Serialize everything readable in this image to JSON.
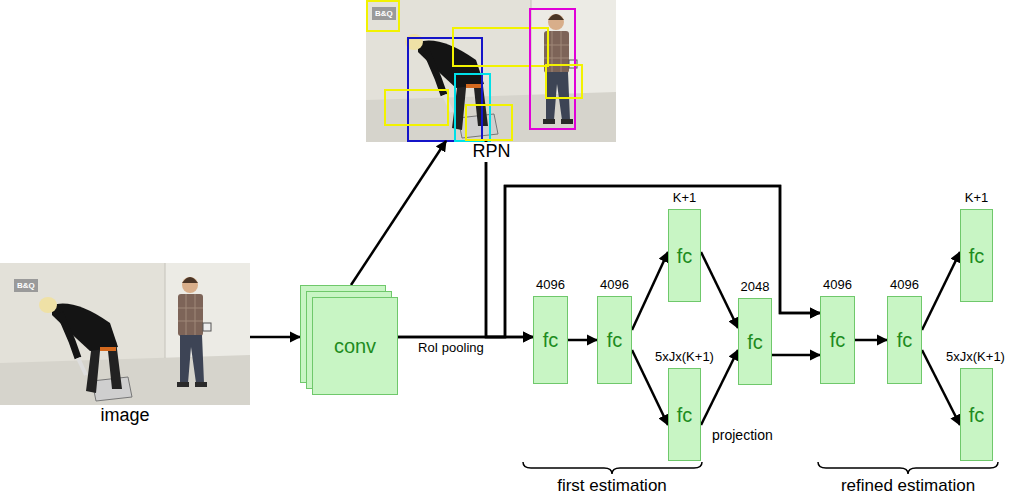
{
  "diagram": {
    "nodes": [
      {
        "text": [
          "image"
        ]
      },
      {
        "text": [
          "RPN"
        ]
      },
      {
        "text": [
          "conv"
        ]
      },
      {
        "text": [
          "4096",
          "fc"
        ]
      },
      {
        "text": [
          "4096",
          "fc"
        ]
      },
      {
        "text": [
          "K+1",
          "fc"
        ]
      },
      {
        "text": [
          "5xJx(K+1)",
          "fc"
        ]
      },
      {
        "text": [
          "2048",
          "fc"
        ]
      },
      {
        "text": [
          "4096",
          "fc"
        ]
      },
      {
        "text": [
          "4096",
          "fc"
        ]
      },
      {
        "text": [
          "K+1",
          "fc"
        ]
      },
      {
        "text": [
          "5xJx(K+1)",
          "fc"
        ]
      }
    ],
    "edges": [
      {
        "from": 0,
        "to": 2,
        "arrow": "to"
      },
      {
        "from": 2,
        "to": 1,
        "arrow": "to"
      },
      {
        "from": 1,
        "to": 3,
        "arrow": "to"
      },
      {
        "from": 2,
        "to": 3,
        "label": "RoI pooling",
        "arrow": "to"
      },
      {
        "from": 2,
        "to": 8,
        "arrow": "to"
      },
      {
        "from": 1,
        "to": 8,
        "arrow": "to"
      },
      {
        "from": 3,
        "to": 4,
        "arrow": "to"
      },
      {
        "from": 4,
        "to": 5,
        "arrow": "to"
      },
      {
        "from": 4,
        "to": 6,
        "arrow": "to"
      },
      {
        "from": 5,
        "to": 7,
        "arrow": "to"
      },
      {
        "from": 6,
        "to": 7,
        "arrow": "to"
      },
      {
        "from": 7,
        "to": 8,
        "arrow": "to"
      },
      {
        "from": 8,
        "to": 9,
        "arrow": "to"
      },
      {
        "from": 9,
        "to": 10,
        "arrow": "to"
      },
      {
        "from": 9,
        "to": 11,
        "arrow": "to"
      }
    ],
    "labels": [
      "projection",
      "first estimation",
      "refined estimation",
      "B&Q",
      "B&Q"
    ]
  }
}
